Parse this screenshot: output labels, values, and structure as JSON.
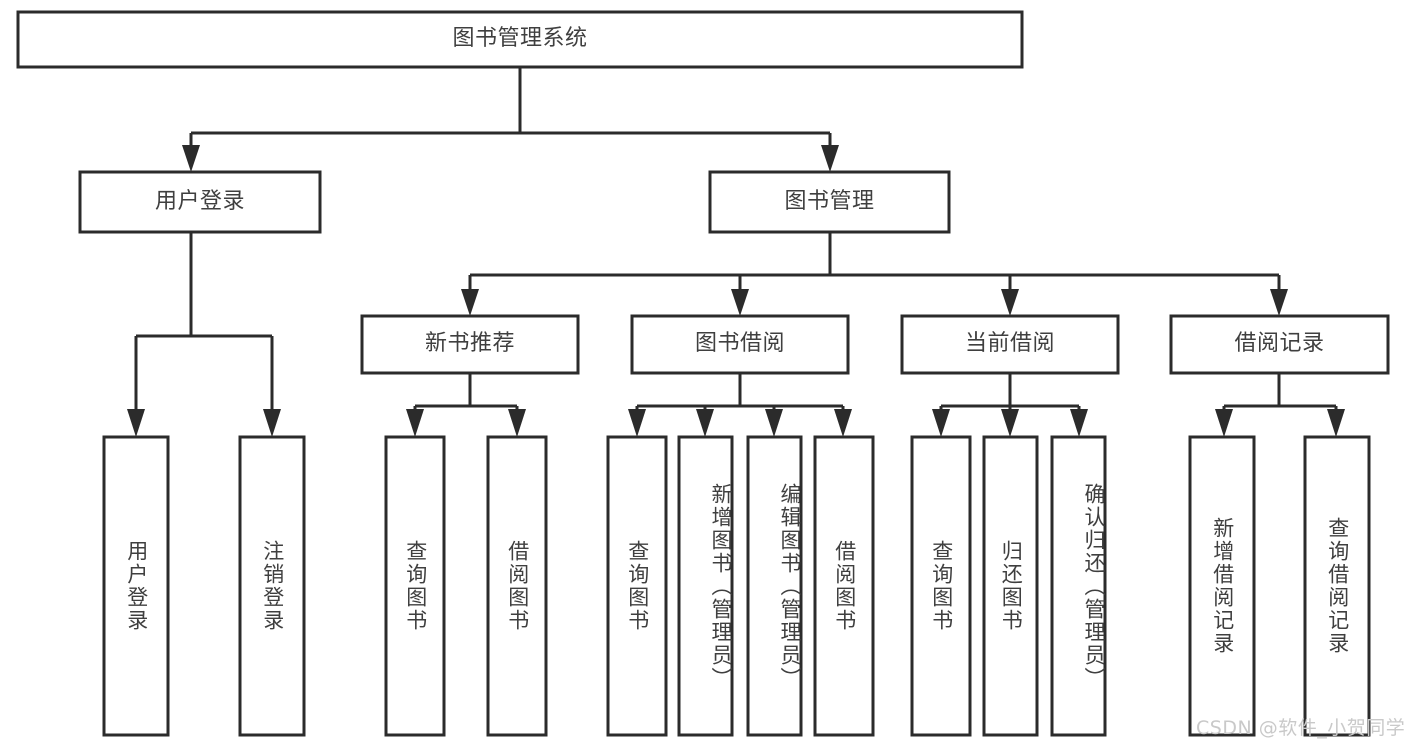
{
  "diagram": {
    "title": "图书管理系统",
    "watermark": "CSDN @软件_小贺同学",
    "colors": {
      "box_stroke": "#2b2b2b",
      "box_fill": "#ffffff",
      "text": "#3f3f3f",
      "background": "#ffffff",
      "watermark": "#c9c9c9"
    },
    "levels": {
      "root": {
        "label": "图书管理系统"
      },
      "level2": [
        {
          "label": "用户登录"
        },
        {
          "label": "图书管理"
        }
      ],
      "level3": [
        {
          "label": "新书推荐"
        },
        {
          "label": "图书借阅"
        },
        {
          "label": "当前借阅"
        },
        {
          "label": "借阅记录"
        }
      ],
      "leaves": {
        "user_login": [
          {
            "label": "用户登录"
          },
          {
            "label": "注销登录"
          }
        ],
        "new_book": [
          {
            "label": "查询图书"
          },
          {
            "label": "借阅图书"
          }
        ],
        "book_borrow": [
          {
            "label": "查询图书"
          },
          {
            "label": "新增图书（管理员）"
          },
          {
            "label": "编辑图书（管理员）"
          },
          {
            "label": "借阅图书"
          }
        ],
        "current_borrow": [
          {
            "label": "查询图书"
          },
          {
            "label": "归还图书"
          },
          {
            "label": "确认归还（管理员）"
          }
        ],
        "borrow_record": [
          {
            "label": "新增借阅记录"
          },
          {
            "label": "查询借阅记录"
          }
        ]
      }
    }
  }
}
